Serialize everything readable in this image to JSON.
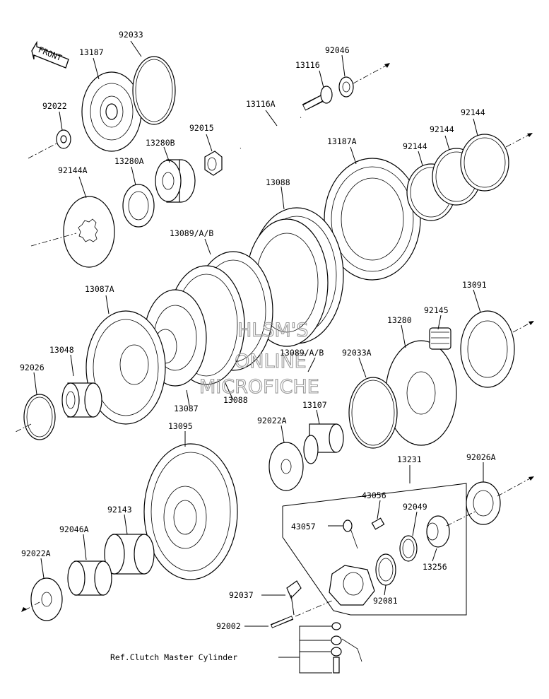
{
  "front_label": "FRONT",
  "ref_note": "Ref.Clutch Master Cylinder",
  "watermark": [
    "HLSM'S",
    "ONLINE",
    "MICROFICHE"
  ],
  "labels": {
    "p13187": "13187",
    "p92033": "92033",
    "p92022": "92022",
    "p92046": "92046",
    "p13116": "13116",
    "p13116A": "13116A",
    "p92015": "92015",
    "p13280B": "13280B",
    "p13280A": "13280A",
    "p92144A": "92144A",
    "p92144_1": "92144",
    "p92144_2": "92144",
    "p92144_3": "92144",
    "p13187A": "13187A",
    "p13088_top": "13088",
    "p13089_top": "13089/A/B",
    "p13087A": "13087A",
    "p13091": "13091",
    "p92145": "92145",
    "p13280": "13280",
    "p13048": "13048",
    "p92026": "92026",
    "p13089_mid": "13089/A/B",
    "p92033A": "92033A",
    "p13087": "13087",
    "p13088_bot": "13088",
    "p13095": "13095",
    "p92022A_mid": "92022A",
    "p13107": "13107",
    "p13231": "13231",
    "p92026A": "92026A",
    "p43056": "43056",
    "p92049": "92049",
    "p43057": "43057",
    "p92143": "92143",
    "p92046A": "92046A",
    "p13256": "13256",
    "p92022A_bot": "92022A",
    "p92081": "92081",
    "p92037": "92037",
    "p92002": "92002"
  }
}
